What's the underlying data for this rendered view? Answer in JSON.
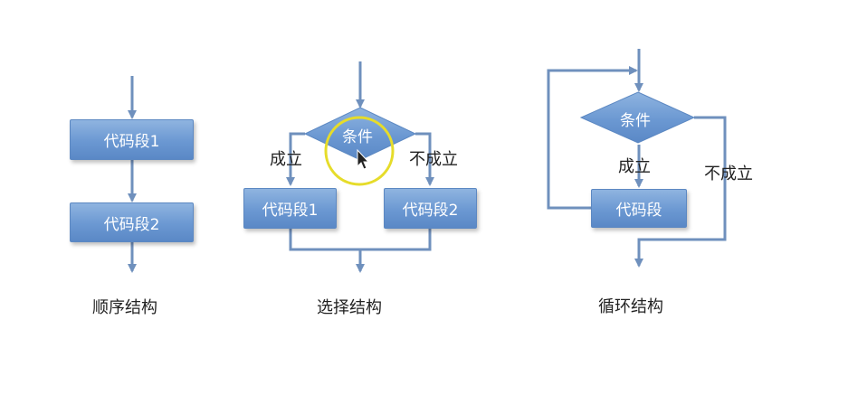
{
  "sequential": {
    "block1": "代码段1",
    "block2": "代码段2",
    "caption": "顺序结构"
  },
  "selection": {
    "condition": "条件",
    "true_label": "成立",
    "false_label": "不成立",
    "block1": "代码段1",
    "block2": "代码段2",
    "caption": "选择结构"
  },
  "loop": {
    "condition": "条件",
    "true_label": "成立",
    "false_label": "不成立",
    "block": "代码段",
    "caption": "循环结构"
  },
  "colors": {
    "box_fill": "#6b98d2",
    "line": "#6f90bd",
    "highlight_ring": "#e6dc2a"
  }
}
